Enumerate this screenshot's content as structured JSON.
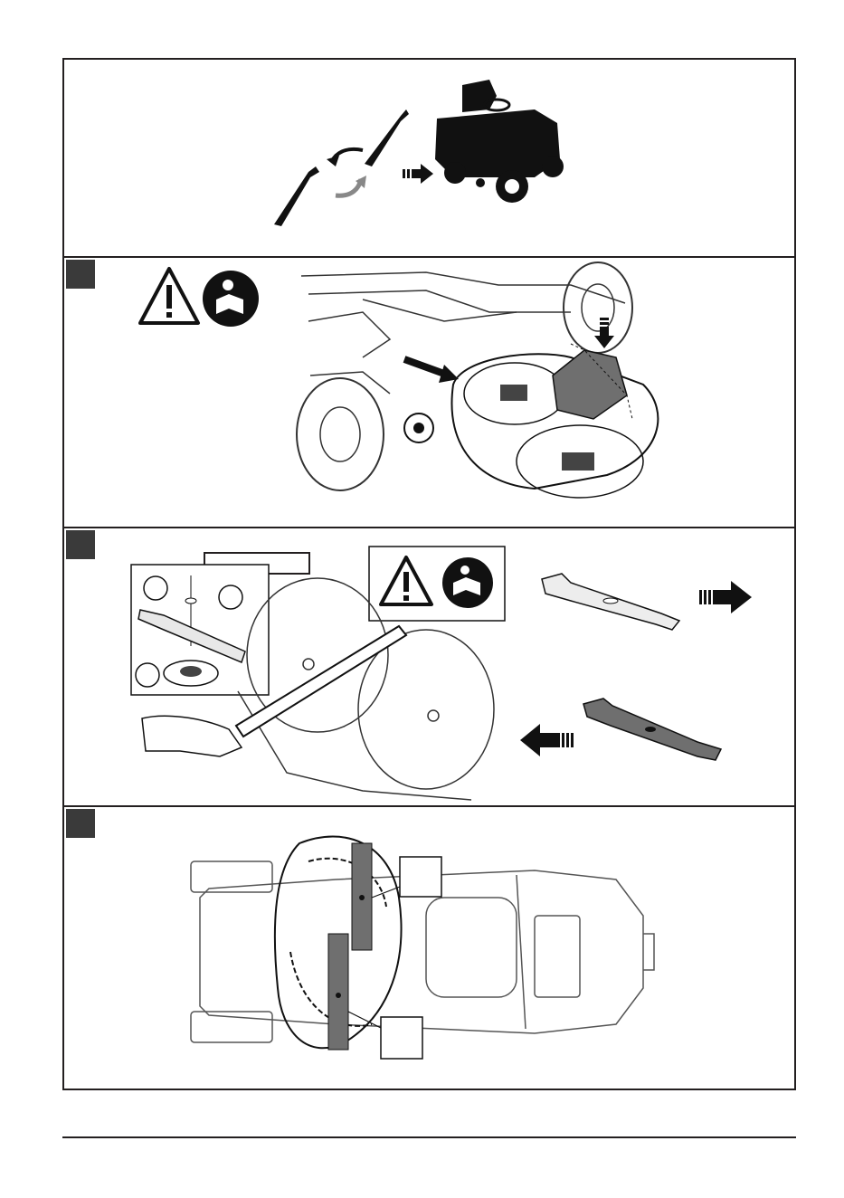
{
  "colors": {
    "ink": "#231f20",
    "step_marker": "#3a3a3a",
    "deck_fill": "#6f6f6f",
    "blade_fill": "#1a1a1a",
    "light_fill": "#ededed"
  },
  "icons": [
    "blade-rotate-icon",
    "riding-mower-icon",
    "warning-triangle-icon",
    "read-manual-icon",
    "arrow-right-icon",
    "arrow-left-icon",
    "arrow-down-icon"
  ],
  "panels": [
    {
      "id": "overview"
    },
    {
      "id": "step-remove-deflector"
    },
    {
      "id": "step-replace-blades",
      "torque_label": ""
    },
    {
      "id": "step-blade-orientation"
    }
  ]
}
